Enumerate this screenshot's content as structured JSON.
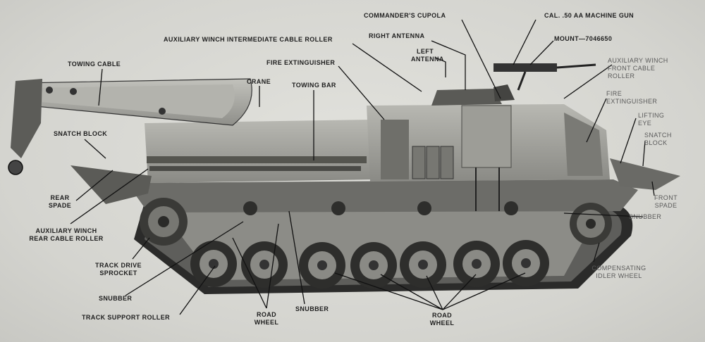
{
  "labels": {
    "commanders_cupola": "COMMANDER'S CUPOLA",
    "cal50_mg": "CAL. .50 AA MACHINE GUN",
    "aux_winch_intermediate_roller": "AUXILIARY WINCH INTERMEDIATE CABLE ROLLER",
    "right_antenna": "RIGHT ANTENNA",
    "mount": "MOUNT—7046650",
    "left_antenna_1": "LEFT",
    "left_antenna_2": "ANTENNA",
    "towing_cable": "TOWING CABLE",
    "fire_extinguisher_top": "FIRE EXTINGUISHER",
    "aux_winch_front_roller_1": "AUXILIARY WINCH",
    "aux_winch_front_roller_2": "FRONT CABLE",
    "aux_winch_front_roller_3": "ROLLER",
    "crane": "CRANE",
    "towing_bar": "TOWING BAR",
    "fire_extinguisher_right_1": "FIRE",
    "fire_extinguisher_right_2": "EXTINGUISHER",
    "lifting_eye_1": "LIFTING",
    "lifting_eye_2": "EYE",
    "snatch_block_right_1": "SNATCH",
    "snatch_block_right_2": "BLOCK",
    "snatch_block_left": "SNATCH BLOCK",
    "rear_spade_1": "REAR",
    "rear_spade_2": "SPADE",
    "front_spade_1": "FRONT",
    "front_spade_2": "SPADE",
    "aux_winch_rear_roller_1": "AUXILIARY WINCH",
    "aux_winch_rear_roller_2": "REAR CABLE ROLLER",
    "snubber_right": "SNUBBER",
    "track_drive_sprocket_1": "TRACK DRIVE",
    "track_drive_sprocket_2": "SPROCKET",
    "compensating_idler_1": "COMPENSATING",
    "compensating_idler_2": "IDLER WHEEL",
    "snubber_left": "SNUBBER",
    "track_support_roller": "TRACK SUPPORT ROLLER",
    "road_wheel_left_1": "ROAD",
    "road_wheel_left_2": "WHEEL",
    "snubber_middle": "SNUBBER",
    "road_wheel_right_1": "ROAD",
    "road_wheel_right_2": "WHEEL"
  },
  "colors": {
    "ink": "#1e1e1e",
    "background": "#d7d7d2",
    "hull_light": "#a8a8a2",
    "hull_mid": "#7d7d78",
    "hull_dark": "#3a3a38",
    "track": "#2b2b2a"
  }
}
